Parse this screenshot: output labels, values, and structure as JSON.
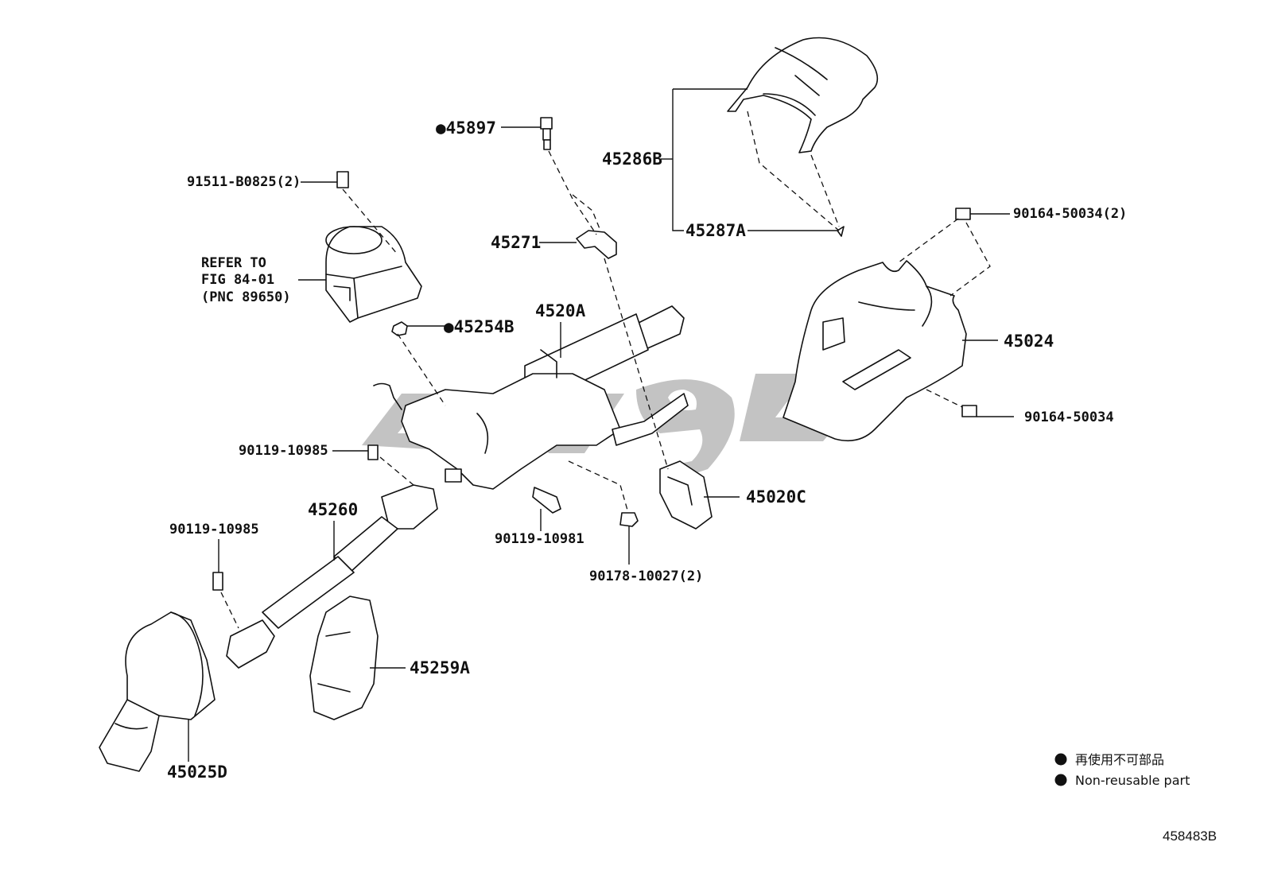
{
  "parts": {
    "p45897": "●45897",
    "p91511": "91511-B0825(2)",
    "p45286B": "45286B",
    "p45287A": "45287A",
    "p90164a": "90164-50034(2)",
    "p45271": "45271",
    "refer": [
      "REFER TO",
      "FIG 84-01",
      "(PNC 89650)"
    ],
    "p45254B": "●45254B",
    "p4520A": "4520A",
    "p45024": "45024",
    "p90164b": "90164-50034",
    "p90119a": "90119-10985",
    "p45020C": "45020C",
    "p45260": "45260",
    "p90119b": "90119-10985",
    "p90119c": "90119-10981",
    "p90178": "90178-10027(2)",
    "p45259A": "45259A",
    "p45025D": "45025D"
  },
  "legend": {
    "jp": "再使用不可部品",
    "en": "Non-reusable part"
  },
  "figure_id": "458483B"
}
